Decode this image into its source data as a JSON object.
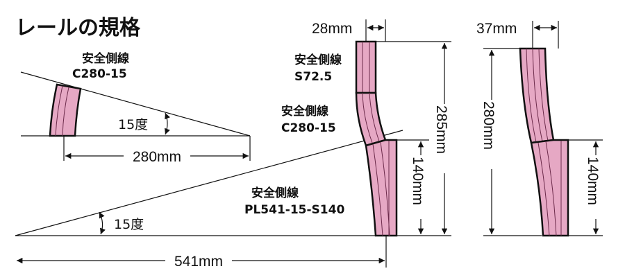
{
  "title": "レールの規格",
  "colors": {
    "rail": "#e6a8c4",
    "outline": "#111111"
  },
  "parts": {
    "s72": {
      "label": "安全側線",
      "code": "S72.5"
    },
    "c280_top": {
      "label": "安全側線",
      "code": "C280-15"
    },
    "c280_right": {
      "label": "安全側線",
      "code": "C280-15"
    },
    "pl541": {
      "label": "安全側線",
      "code": "PL541-15-S140"
    }
  },
  "dimensions": {
    "d28": "28mm",
    "d37": "37mm",
    "d285": "285mm",
    "d280_side": "280mm",
    "d140_mid": "140mm",
    "d140_right": "140mm",
    "d280_bottom": "280mm",
    "d541": "541mm"
  },
  "angles": {
    "a1": "15度",
    "a2": "15度"
  }
}
